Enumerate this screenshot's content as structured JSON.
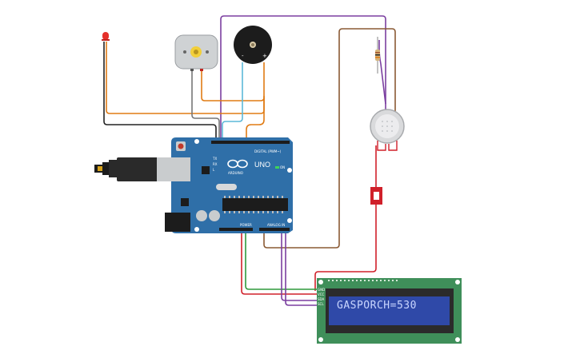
{
  "arduino": {
    "model": "UNO",
    "brand": "ARDUINO",
    "digital_label": "DIGITAL (PWM~)",
    "analog_label": "ANALOG IN",
    "power_label": "POWER",
    "pin_labels": [
      "TX",
      "RX",
      "L",
      "ON"
    ]
  },
  "lcd": {
    "pin_labels": [
      "GND",
      "VCC",
      "SDA",
      "SCL"
    ],
    "text": "GASPORCH=530"
  },
  "colors": {
    "board": "#2f6fa8",
    "lcd_pcb": "#3f8f5a",
    "lcd_screen": "#2f49a8",
    "wire_purple": "#7b3fa0",
    "wire_brown": "#8a5a34",
    "wire_orange": "#e07b14",
    "wire_black": "#222222",
    "wire_red": "#d0202a",
    "wire_green": "#2f9a3c",
    "wire_cyan": "#5bb8d8",
    "wire_gray": "#777777"
  }
}
